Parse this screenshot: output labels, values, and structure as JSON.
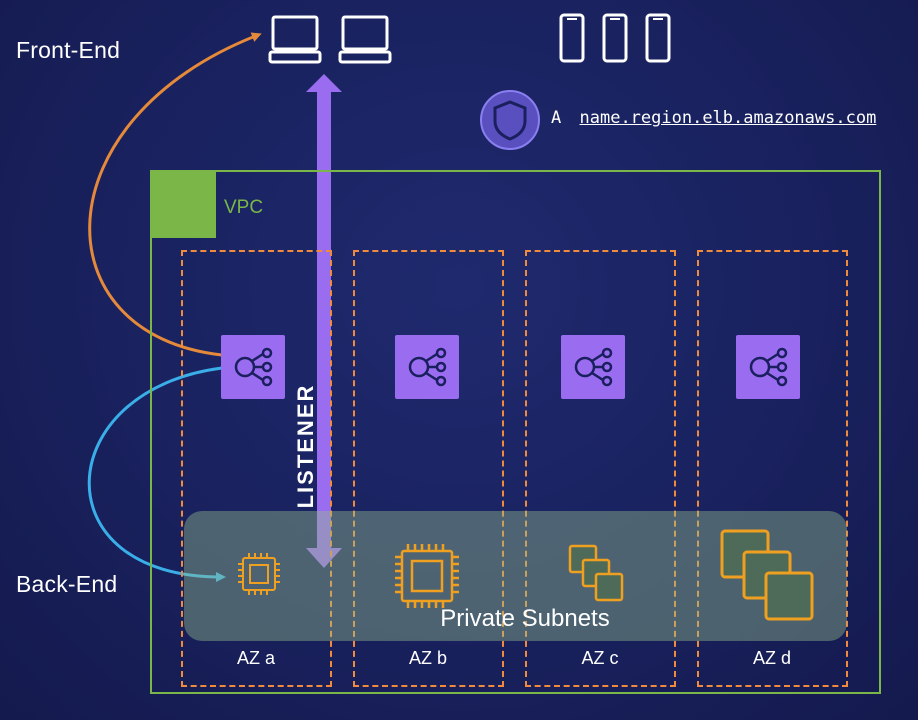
{
  "labels": {
    "front_end": "Front-End",
    "back_end": "Back-End",
    "dns_prefix": "A",
    "dns_name": "name.region.elb.amazonaws.com",
    "vpc": "VPC",
    "listener": "LISTENER",
    "private_subnets": "Private Subnets"
  },
  "availability_zones": [
    "AZ a",
    "AZ b",
    "AZ c",
    "AZ d"
  ],
  "icons": {
    "clients_desktop": [
      "desktop-icon",
      "desktop-icon"
    ],
    "clients_mobile": [
      "phone-icon",
      "phone-icon",
      "phone-icon"
    ],
    "dns": "shield-icon",
    "vpc": "cloud-lock-icon",
    "load_balancer_node": "load-balancer-icon",
    "backend": [
      "chip-icon",
      "chip-icon",
      "instances-icon",
      "instances-icon"
    ]
  },
  "colors": {
    "background": "#19215e",
    "vpc": "#7ab648",
    "az_border": "#f08a3c",
    "elb": "#9a6cf0",
    "listener_arrow": "#9a6cf0",
    "front_end_arrow": "#e58a3a",
    "back_end_arrow": "#3aaee8",
    "compute": "#f0a020",
    "subnet_fill": "#8cb884"
  }
}
